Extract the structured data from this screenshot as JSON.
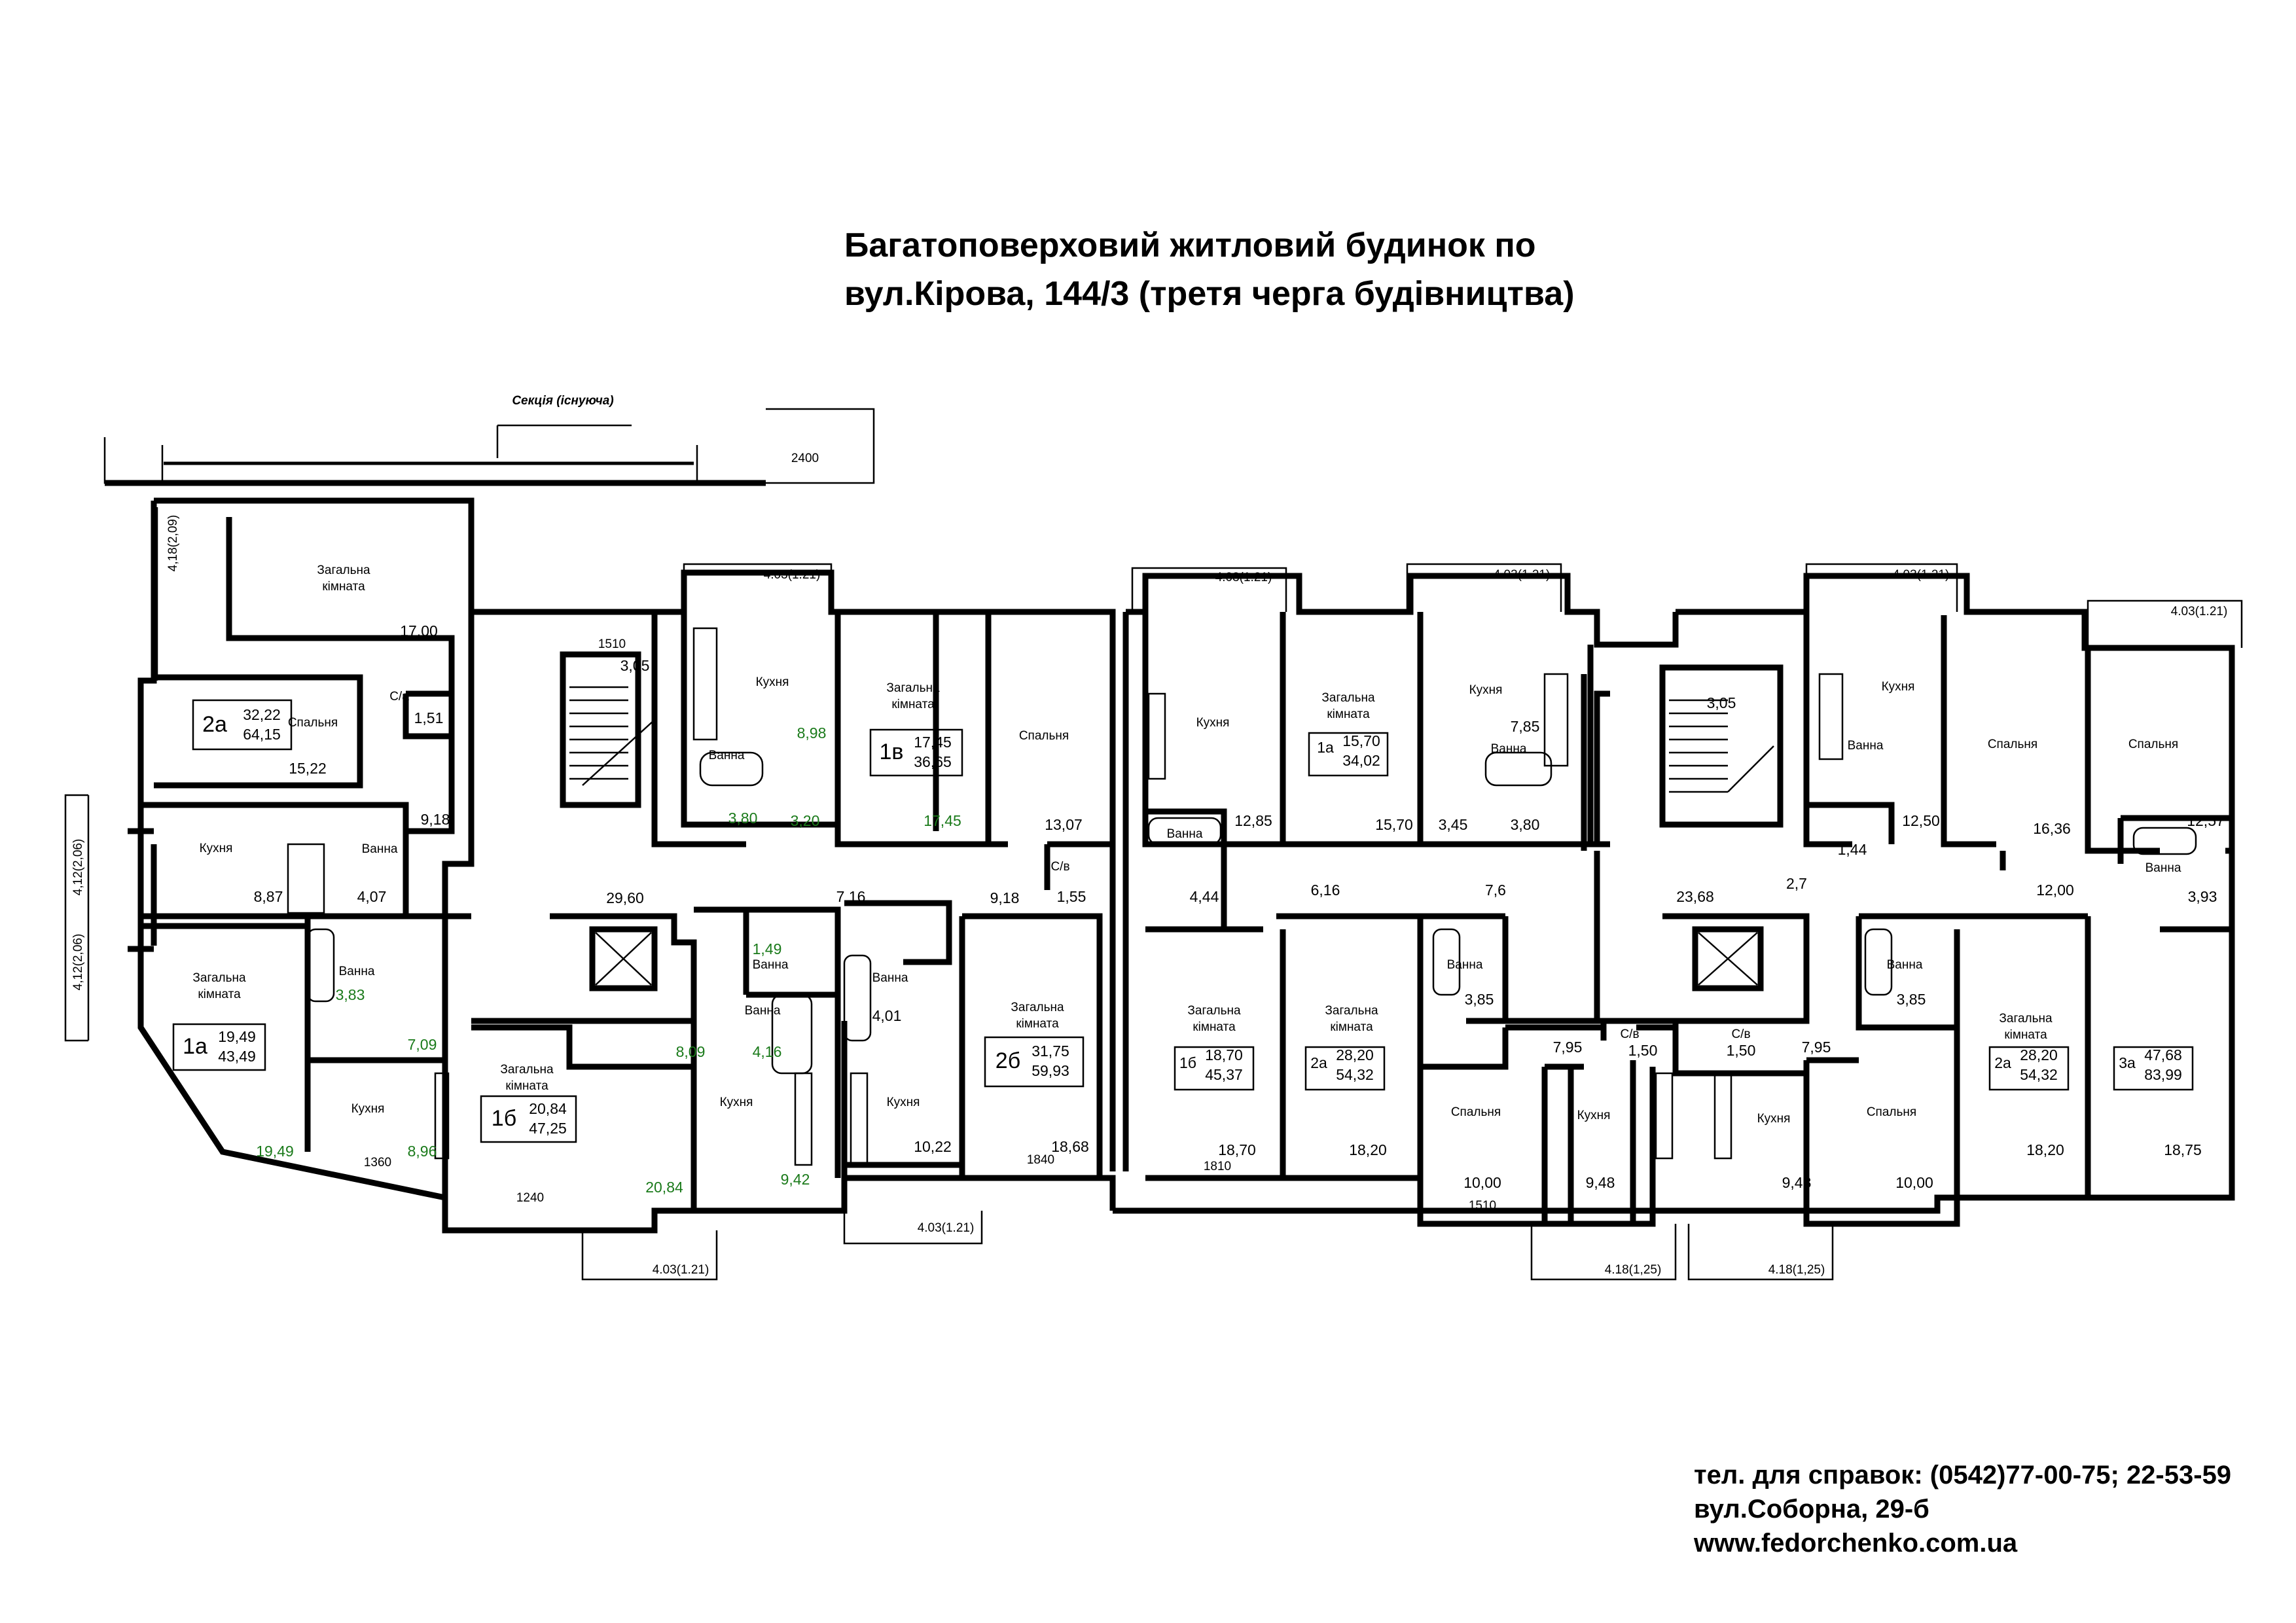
{
  "header": {
    "title_line1": "Багатоповерховий житловий будинок по",
    "title_line2": "вул.Кірова, 144/3 (третя черга будівництва)"
  },
  "plan": {
    "existing_section": "Секція (існуюча)",
    "dims": {
      "d2400": "2400",
      "left_top": "4,18(2,09)",
      "left_mid": "4,12(2,06)",
      "left_low": "4,12(2,06)",
      "bal": "4.03(1.21)",
      "bal_low": "4.03(1.21)",
      "bal_418": "4.18(1,25)",
      "w1510": "1510",
      "w1360": "1360",
      "w1240": "1240",
      "w1840": "1840",
      "w1810": "1810"
    },
    "labels": {
      "zag": "Загальна",
      "kimnata": "кімната",
      "spalnia": "Спальня",
      "kukhnia": "Кухня",
      "vanna": "Ванна",
      "su": "С/в",
      "su2": "С/а"
    },
    "apartments": [
      {
        "type": "2а",
        "living": "32,22",
        "total": "64,15"
      },
      {
        "type": "1а",
        "living": "19,49",
        "total": "43,49"
      },
      {
        "type": "1б",
        "living": "20,84",
        "total": "47,25"
      },
      {
        "type": "1в",
        "living": "17,45",
        "total": "36,65"
      },
      {
        "type": "2б",
        "living": "31,75",
        "total": "59,93"
      },
      {
        "type": "1а",
        "living": "15,70",
        "total": "34,02"
      },
      {
        "type": "1б",
        "living": "18,70",
        "total": "45,37"
      },
      {
        "type": "2а",
        "living": "28,20",
        "total": "54,32"
      },
      {
        "type": "2а",
        "living": "28,20",
        "total": "54,32"
      },
      {
        "type": "3а",
        "living": "47,68",
        "total": "83,99"
      }
    ],
    "areas_black": [
      "17,00",
      "15,22",
      "1,51",
      "9,18",
      "8,87",
      "4,07",
      "3,05",
      "29,60",
      "13,07",
      "9,18",
      "1,55",
      "7,16",
      "4,01",
      "10,22",
      "18,68",
      "12,85",
      "15,70",
      "3,45",
      "3,80",
      "7,85",
      "4,44",
      "6,16",
      "7,6",
      "3,85",
      "7,95",
      "1,50",
      "1,50",
      "7,95",
      "3,85",
      "18,70",
      "18,20",
      "10,00",
      "9,48",
      "9,48",
      "10,00",
      "18,20",
      "18,75",
      "3,05",
      "23,68",
      "2,7",
      "12,50",
      "1,44",
      "16,36",
      "12,57",
      "12,00",
      "3,93"
    ],
    "areas_green": [
      "8,98",
      "3,80",
      "3,20",
      "17,45",
      "3,83",
      "7,09",
      "8,96",
      "19,49",
      "8,09",
      "4,16",
      "1,49",
      "9,42",
      "20,84"
    ]
  },
  "contacts": {
    "phone": "тел. для справок: (0542)77-00-75; 22-53-59",
    "address": "вул.Соборна, 29-б",
    "site": "www.fedorchenko.com.ua"
  }
}
